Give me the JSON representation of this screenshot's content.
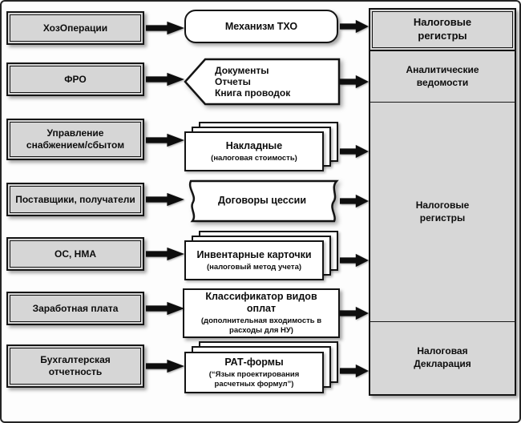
{
  "colors": {
    "box_fill": "#d6d6d6",
    "shape_fill": "#ffffff",
    "line": "#141414",
    "background": "#fdfdfd"
  },
  "diagram": {
    "left_column": [
      {
        "label": "ХозОперации"
      },
      {
        "label": "ФРО"
      },
      {
        "label": "Управление снабжением/сбытом"
      },
      {
        "label": "Поставщики, получатели"
      },
      {
        "label": "ОС, НМА"
      },
      {
        "label": "Заработная плата"
      },
      {
        "label": "Бухгалтерская отчетность"
      }
    ],
    "middle_column": {
      "mechanism": {
        "title": "Механизм ТХО"
      },
      "documents": {
        "lines": [
          "Документы",
          "Отчеты",
          "Книга проводок"
        ]
      },
      "invoices": {
        "title": "Накладные",
        "subtitle": "(налоговая стоимость)"
      },
      "cession": {
        "title": "Договоры цессии"
      },
      "inventory": {
        "title": "Инвентарные карточки",
        "subtitle": "(налоговый метод учета)"
      },
      "classifier": {
        "title": "Классификатор видов оплат",
        "subtitle": "(дополнительная входимость в расходы для НУ)"
      },
      "rat": {
        "title": "РАТ-формы",
        "subtitle": "(“Язык проектирования расчетных формул”)"
      }
    },
    "right_column": {
      "header": "Налоговые регистры",
      "sections": [
        {
          "label": "Аналитические ведомости"
        },
        {
          "label": "Налоговые регистры"
        },
        {
          "label": "Налоговая Декларация"
        }
      ]
    }
  }
}
